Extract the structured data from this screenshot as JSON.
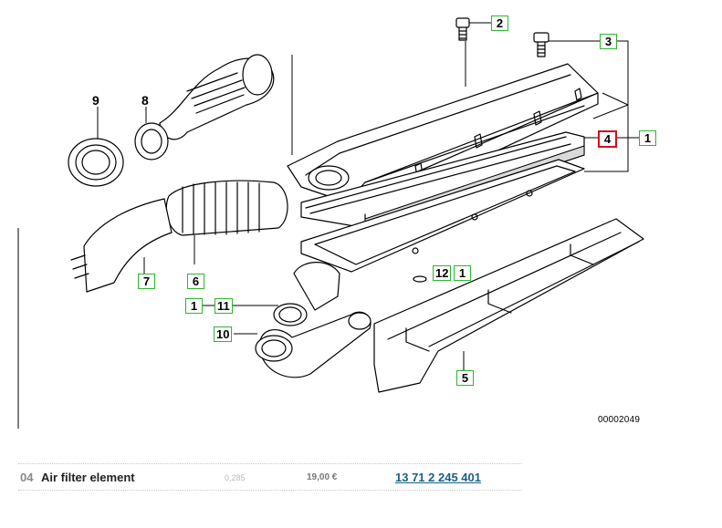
{
  "diagram": {
    "reference_id": "00002049",
    "callouts": [
      {
        "key": "c2",
        "label": "2"
      },
      {
        "key": "c3",
        "label": "3"
      },
      {
        "key": "c4",
        "label": "4",
        "selected": true
      },
      {
        "key": "c1a",
        "label": "1"
      },
      {
        "key": "c12",
        "label": "12"
      },
      {
        "key": "c1b",
        "label": "1"
      },
      {
        "key": "c7",
        "label": "7"
      },
      {
        "key": "c6",
        "label": "6"
      },
      {
        "key": "c1c",
        "label": "1"
      },
      {
        "key": "c11",
        "label": "11"
      },
      {
        "key": "c10",
        "label": "10"
      },
      {
        "key": "c5",
        "label": "5"
      }
    ],
    "plain_labels": [
      {
        "key": "n9",
        "label": "9"
      },
      {
        "key": "n8",
        "label": "8"
      }
    ],
    "colors": {
      "callout_border": "#2fb52f",
      "selected_border": "#d0101b",
      "part_number_link": "#1a5f8a"
    }
  },
  "parts_row": {
    "position": "04",
    "description": "Air filter element",
    "weight": "0,285",
    "price": "19,00 €",
    "part_number": "13 71 2 245 401"
  }
}
